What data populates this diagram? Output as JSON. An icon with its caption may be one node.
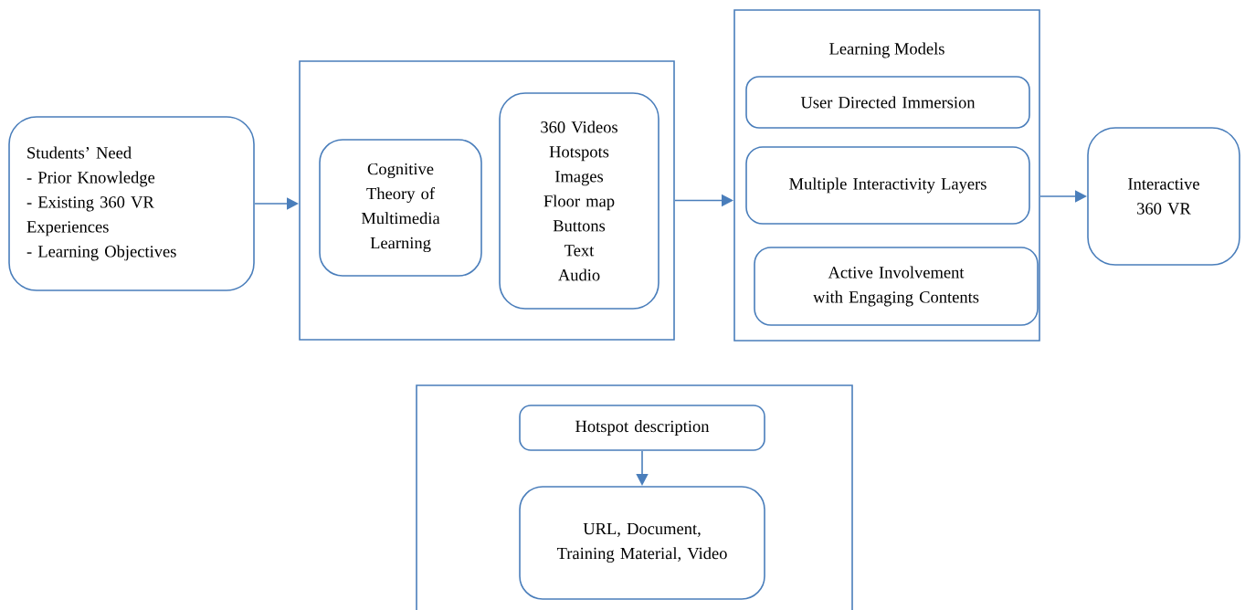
{
  "diagram": {
    "nodes": [
      {
        "text": [
          "Students’ Need",
          "- Prior Knowledge",
          "- Existing 360 VR Experiences",
          "- Learning Objectives"
        ]
      },
      {
        "text": [],
        "shape": "box"
      },
      {
        "text": [
          "Cognitive Theory of Multimedia Learning"
        ],
        "in": 1
      },
      {
        "text": [
          "360 Videos",
          "Hotspots",
          "Images",
          "Floor map",
          "Buttons",
          "Text",
          "Audio"
        ],
        "in": 1
      },
      {
        "text": [
          "Learning Models"
        ]
      },
      {
        "text": [
          "User Directed Immersion"
        ],
        "in": 4
      },
      {
        "text": [
          "Multiple Interactivity Layers"
        ],
        "in": 4
      },
      {
        "text": [
          "Active Involvement with Engaging Contents"
        ],
        "in": 4
      },
      {
        "text": [
          "Interactive 360 VR"
        ]
      },
      {
        "text": [],
        "shape": "box"
      },
      {
        "text": [
          "Hotspot description"
        ],
        "in": 9
      },
      {
        "text": [
          "URL, Document, Training Material, Video"
        ],
        "in": 9
      }
    ],
    "edges": [
      {
        "from": 0,
        "to": 1,
        "arrow": "to"
      },
      {
        "from": 1,
        "to": 4,
        "arrow": "to"
      },
      {
        "from": 4,
        "to": 8,
        "arrow": "to"
      },
      {
        "from": 10,
        "to": 11,
        "arrow": "to"
      }
    ]
  }
}
